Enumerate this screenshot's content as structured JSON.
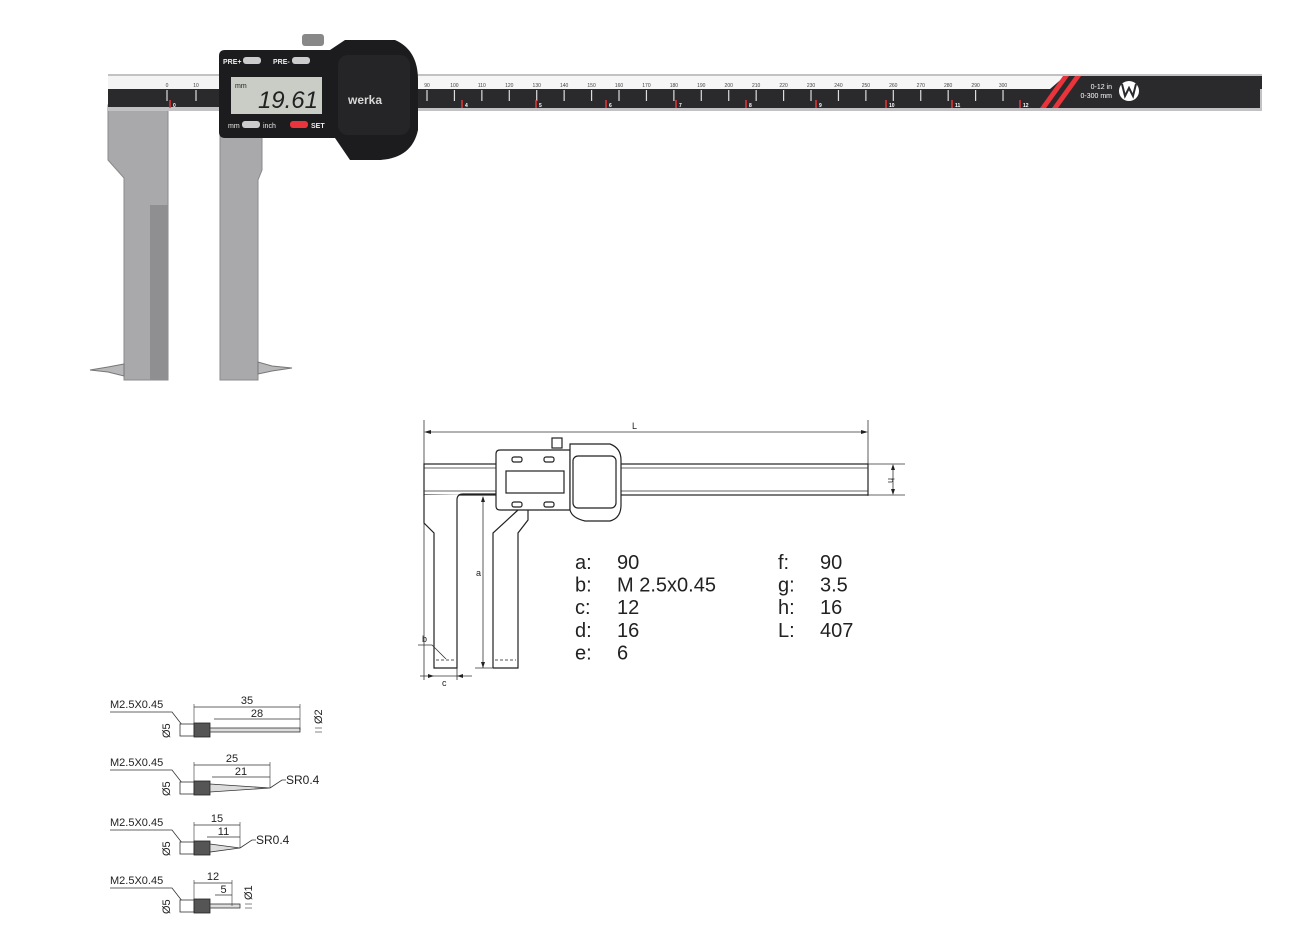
{
  "caliper_photo": {
    "brand": "werka",
    "display": {
      "unit": "mm",
      "reading": "19.61"
    },
    "buttons": {
      "pre_plus": "PRE+",
      "pre_minus": "PRE-",
      "mm": "mm",
      "inch": "inch",
      "set": "SET"
    },
    "mm_scale_left": [
      "0",
      "10"
    ],
    "mm_scale_right": [
      "90",
      "100",
      "110",
      "120",
      "130",
      "140",
      "150",
      "160",
      "170",
      "180",
      "190",
      "200",
      "210",
      "220",
      "230",
      "240",
      "250",
      "260",
      "270",
      "280",
      "290",
      "300"
    ],
    "inch_scale": [
      "0",
      "4",
      "5",
      "6",
      "7",
      "8",
      "9",
      "10",
      "11",
      "12"
    ],
    "range_inch": "0-12 in",
    "range_mm": "0-300 mm",
    "logo_text": "werka",
    "colors": {
      "body": "#1c1c1e",
      "beam": "#b9b9bb",
      "accent_red": "#e8343a",
      "lcd": "#c9cdc6"
    }
  },
  "technical_drawing": {
    "labels": {
      "L": "L",
      "h": "h",
      "a": "a",
      "b": "b",
      "c": "c"
    },
    "specs_left": [
      {
        "key": "a:",
        "value": "90"
      },
      {
        "key": "b:",
        "value": "M 2.5x0.45"
      },
      {
        "key": "c:",
        "value": "12"
      },
      {
        "key": "d:",
        "value": "16"
      },
      {
        "key": "e:",
        "value": "6"
      }
    ],
    "specs_right": [
      {
        "key": "f:",
        "value": "90"
      },
      {
        "key": "g:",
        "value": "3.5"
      },
      {
        "key": "h:",
        "value": "16"
      },
      {
        "key": "L:",
        "value": "407"
      }
    ]
  },
  "tips": [
    {
      "thread": "M2.5X0.45",
      "dia": "Ø5",
      "total": "35",
      "length": "28",
      "tip": "Ø2"
    },
    {
      "thread": "M2.5X0.45",
      "dia": "Ø5",
      "total": "25",
      "length": "21",
      "tip": "SR0.4"
    },
    {
      "thread": "M2.5X0.45",
      "dia": "Ø5",
      "total": "15",
      "length": "11",
      "tip": "SR0.4"
    },
    {
      "thread": "M2.5X0.45",
      "dia": "Ø5",
      "total": "12",
      "length": "5",
      "tip": "Ø1"
    }
  ]
}
